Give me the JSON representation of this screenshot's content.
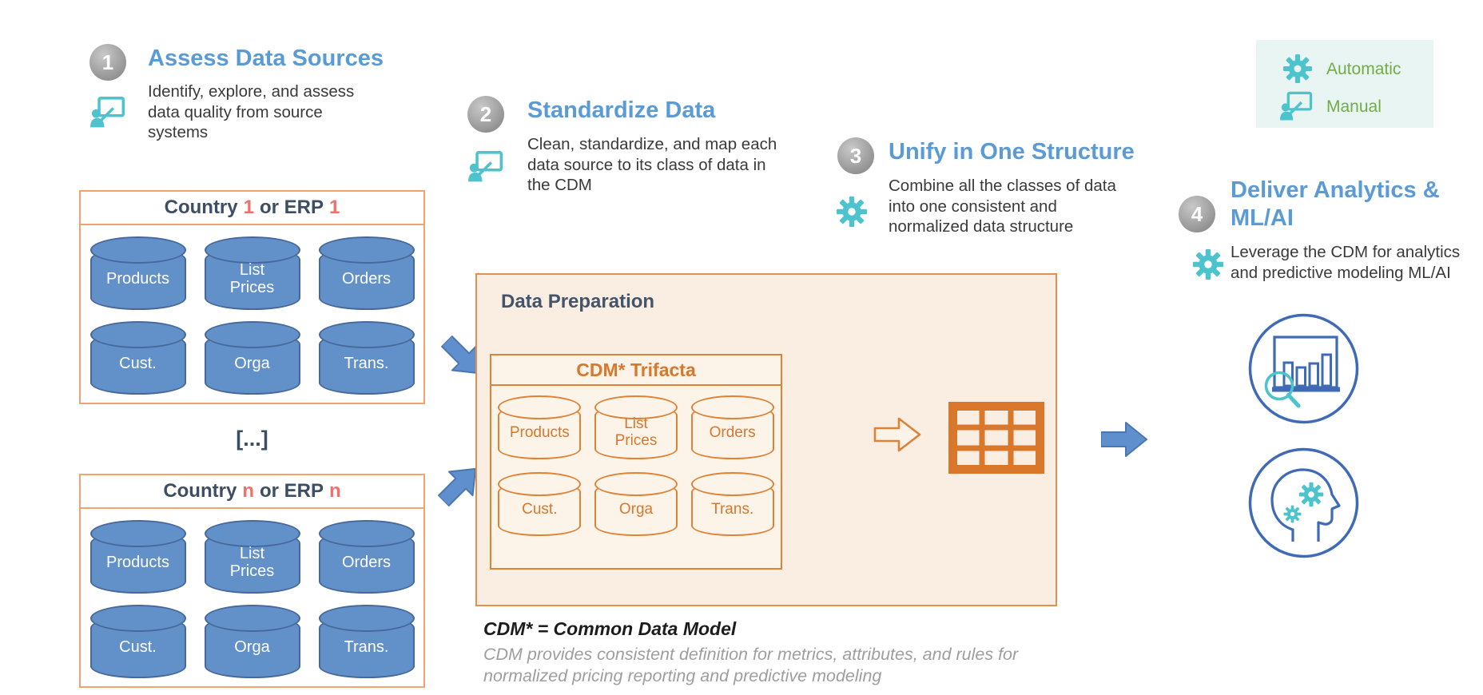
{
  "theme": {
    "accent_blue": "#5B9BD5",
    "navy": "#3D4D63",
    "dark_slate": "#44546A",
    "red": "#F0716B",
    "teal": "#4CC3CD",
    "green": "#70AD47",
    "orange": "#DD8236",
    "orange_text": "#D9772A",
    "peach_bg": "#FAEEE2",
    "peach_inner_bg": "#FCF4E9",
    "legend_bg": "#E9F5F2",
    "cyl_blue": "#6290C9",
    "cyl_blue_border": "#47689B",
    "arrow_blue": "#5F8FCC",
    "icon_blue": "#3F6AB5",
    "footnote_gray": "#9E9E9E"
  },
  "legend": {
    "automatic": "Automatic",
    "manual": "Manual"
  },
  "steps": [
    {
      "number": "1",
      "title": "Assess Data Sources",
      "description": "Identify, explore, and assess\ndata quality from source\nsystems",
      "icon": "manual"
    },
    {
      "number": "2",
      "title": "Standardize Data",
      "description": "Clean, standardize, and map each\ndata source to its class of data in\nthe CDM",
      "icon": "manual"
    },
    {
      "number": "3",
      "title": "Unify in One Structure",
      "description": "Combine all the classes of data\ninto one consistent and\nnormalized data structure",
      "icon": "automatic"
    },
    {
      "number": "4",
      "title": "Deliver Analytics &\nML/AI",
      "description": "Leverage the CDM for analytics\nand predictive modeling ML/AI",
      "icon": "automatic"
    }
  ],
  "source_boxes": [
    {
      "label1": "Country",
      "n1": "1",
      "label2": "or ERP",
      "n2": "1"
    },
    {
      "label1": "Country",
      "n1": "n",
      "label2": "or ERP",
      "n2": "n"
    }
  ],
  "ellipsis": "[...]",
  "cylinder_labels": [
    "Products",
    "List\nPrices",
    "Orders",
    "Cust.",
    "Orga",
    "Trans."
  ],
  "data_preparation": {
    "title": "Data Preparation",
    "cdm_box_title": "CDM* Trifacta"
  },
  "footnote": {
    "title": "CDM* = Common Data Model",
    "text": "CDM provides consistent definition for metrics, attributes, and rules for\nnormalized pricing reporting and predictive modeling"
  }
}
